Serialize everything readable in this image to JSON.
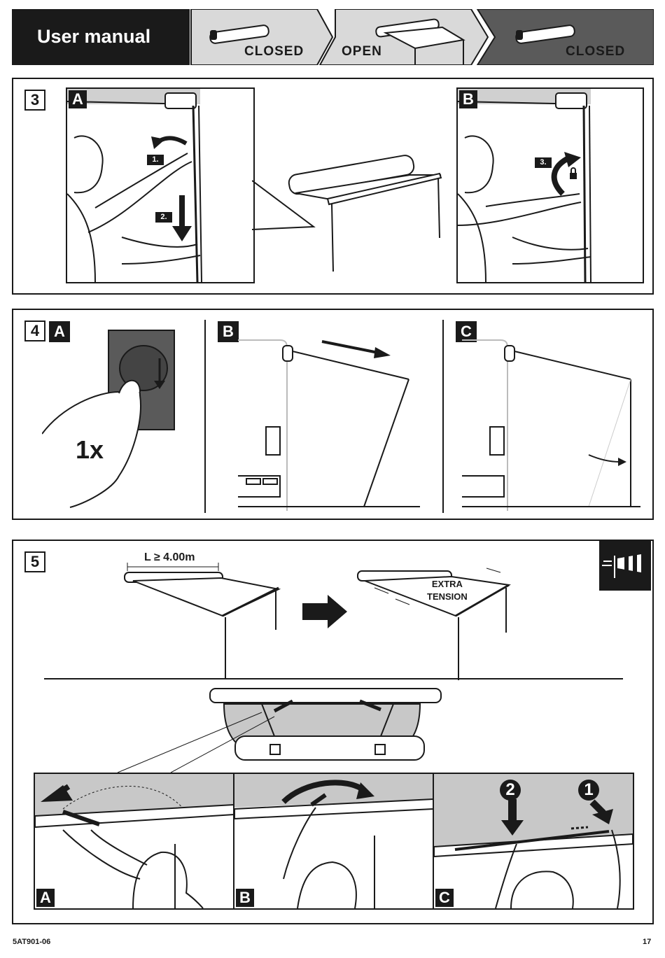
{
  "header": {
    "title": "User manual",
    "tabs": [
      {
        "label": "CLOSED"
      },
      {
        "label": "OPEN"
      },
      {
        "label": "CLOSED"
      }
    ]
  },
  "step3": {
    "number": "3",
    "panel_a": {
      "letter": "A",
      "steps": [
        "1.",
        "2."
      ]
    },
    "panel_b": {
      "letter": "B",
      "steps": [
        "3."
      ]
    }
  },
  "step4": {
    "number": "4",
    "panel_a": {
      "letter": "A",
      "count": "1x"
    },
    "panel_b": {
      "letter": "B"
    },
    "panel_c": {
      "letter": "C"
    }
  },
  "step5": {
    "number": "5",
    "length_label": "L ≥ 4.00m",
    "extra_tension": "EXTRA\nTENSION",
    "panels": [
      {
        "letter": "A"
      },
      {
        "letter": "B"
      },
      {
        "letter": "C",
        "markers": [
          "2",
          "1"
        ]
      }
    ]
  },
  "footer": {
    "code": "5AT901-06",
    "page": "17"
  },
  "colors": {
    "dark": "#1a1a1a",
    "tab_light": "#d9d9d9",
    "tab_dark": "#5a5a5a",
    "panel_gray": "#c8c8c8"
  }
}
